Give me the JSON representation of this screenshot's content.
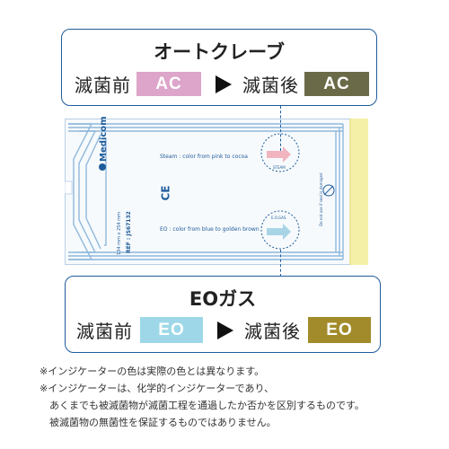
{
  "autoclave": {
    "title": "オートクレーブ",
    "before_label": "滅菌前",
    "before_chip": "AC",
    "after_label": "滅菌後",
    "after_chip": "AC",
    "before_color": "#dca5c9",
    "after_color": "#6a6a48"
  },
  "eo": {
    "title": "EOガス",
    "before_label": "滅菌前",
    "before_chip": "EO",
    "after_label": "滅菌後",
    "after_chip": "EO",
    "before_color": "#9ed8e8",
    "after_color": "#a18b2b"
  },
  "pouch": {
    "brand": "Medicom",
    "ce": "CE",
    "size": "134 mm x 254 mm",
    "ref": "REF : JS67132",
    "steam_text": "Steam : color from pink to cocoa",
    "steam_tag": "STEAM",
    "eo_text": "EO : color from blue to golden brown",
    "eo_tag": "E.O.GAS",
    "warning": "Do not use if seal is damaged",
    "single_use_icon": "do-not-reuse-icon"
  },
  "notes": [
    "※インジケーターの色は実際の色とは異なります。",
    "※インジケーターは、化学的インジケーターであり、",
    "　あくまでも被滅菌物が滅菌工程を通過したか否かを区別するものです。",
    "　被滅菌物の無菌性を保証するものではありません。"
  ],
  "colors": {
    "frame": "#1f5c9c",
    "pouch_blue": "#8fb8dc",
    "seal_yellow": "#f5f0a8"
  }
}
